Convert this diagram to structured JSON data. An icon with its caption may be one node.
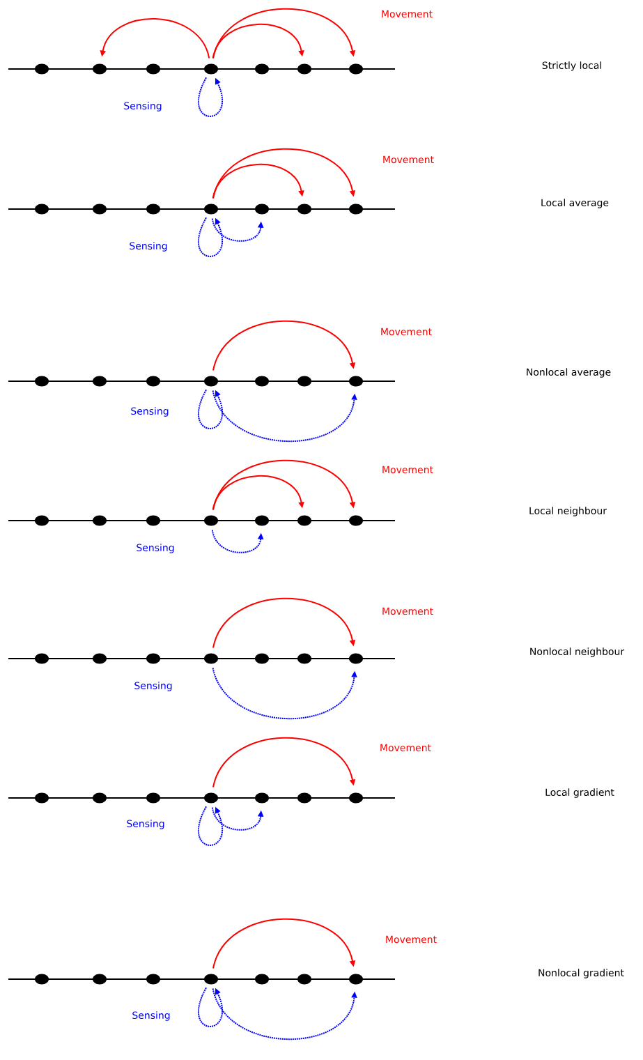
{
  "diagram": {
    "nodes": [
      {
        "text": [],
        "shape": "circle"
      },
      {
        "text": [],
        "shape": "circle"
      },
      {
        "text": [],
        "shape": "circle"
      },
      {
        "text": [],
        "shape": "circle"
      },
      {
        "text": [],
        "shape": "circle"
      },
      {
        "text": [],
        "shape": "circle"
      },
      {
        "text": [],
        "shape": "circle"
      },
      {
        "text": [],
        "shape": "circle"
      },
      {
        "text": [],
        "shape": "circle"
      },
      {
        "text": [],
        "shape": "circle"
      },
      {
        "text": [],
        "shape": "circle"
      },
      {
        "text": [],
        "shape": "circle"
      },
      {
        "text": [],
        "shape": "circle"
      },
      {
        "text": [],
        "shape": "circle"
      },
      {
        "text": [],
        "shape": "circle"
      },
      {
        "text": [],
        "shape": "circle"
      },
      {
        "text": [],
        "shape": "circle"
      },
      {
        "text": [],
        "shape": "circle"
      },
      {
        "text": [],
        "shape": "circle"
      },
      {
        "text": [],
        "shape": "circle"
      },
      {
        "text": [],
        "shape": "circle"
      },
      {
        "text": [],
        "shape": "circle"
      },
      {
        "text": [],
        "shape": "circle"
      },
      {
        "text": [],
        "shape": "circle"
      },
      {
        "text": [],
        "shape": "circle"
      },
      {
        "text": [],
        "shape": "circle"
      },
      {
        "text": [],
        "shape": "circle"
      },
      {
        "text": [],
        "shape": "circle"
      },
      {
        "text": [],
        "shape": "circle"
      },
      {
        "text": [],
        "shape": "circle"
      },
      {
        "text": [],
        "shape": "circle"
      },
      {
        "text": [],
        "shape": "circle"
      },
      {
        "text": [],
        "shape": "circle"
      },
      {
        "text": [],
        "shape": "circle"
      },
      {
        "text": [],
        "shape": "circle"
      },
      {
        "text": [],
        "shape": "circle"
      },
      {
        "text": [],
        "shape": "circle"
      },
      {
        "text": [],
        "shape": "circle"
      },
      {
        "text": [],
        "shape": "circle"
      },
      {
        "text": [],
        "shape": "circle"
      },
      {
        "text": [],
        "shape": "circle"
      },
      {
        "text": [],
        "shape": "circle"
      },
      {
        "text": [],
        "shape": "circle"
      },
      {
        "text": [],
        "shape": "circle"
      },
      {
        "text": [],
        "shape": "circle"
      },
      {
        "text": [],
        "shape": "circle"
      },
      {
        "text": [],
        "shape": "circle"
      },
      {
        "text": [],
        "shape": "circle"
      },
      {
        "text": [],
        "shape": "circle"
      }
    ],
    "edges": [
      {
        "from": 3,
        "to": 1,
        "arrow": "to",
        "color": "#ff0000"
      },
      {
        "from": 3,
        "to": 5,
        "arrow": "to",
        "color": "#ff0000"
      },
      {
        "from": 3,
        "to": 6,
        "arrow": "to",
        "color": "#ff0000"
      },
      {
        "from": 3,
        "to": 3,
        "arrow": "to",
        "style": "dashed",
        "color": "#0000ff"
      },
      {
        "from": 10,
        "to": 12,
        "arrow": "to",
        "color": "#ff0000"
      },
      {
        "from": 10,
        "to": 13,
        "arrow": "to",
        "color": "#ff0000"
      },
      {
        "from": 10,
        "to": 10,
        "arrow": "to",
        "style": "dashed",
        "color": "#0000ff"
      },
      {
        "from": 10,
        "to": 11,
        "arrow": "to",
        "style": "dashed",
        "color": "#0000ff"
      },
      {
        "from": 17,
        "to": 20,
        "arrow": "to",
        "color": "#ff0000"
      },
      {
        "from": 17,
        "to": 17,
        "arrow": "to",
        "style": "dashed",
        "color": "#0000ff"
      },
      {
        "from": 17,
        "to": 20,
        "arrow": "to",
        "style": "dashed",
        "color": "#0000ff"
      },
      {
        "from": 24,
        "to": 26,
        "arrow": "to",
        "color": "#ff0000"
      },
      {
        "from": 24,
        "to": 27,
        "arrow": "to",
        "color": "#ff0000"
      },
      {
        "from": 24,
        "to": 25,
        "arrow": "to",
        "style": "dashed",
        "color": "#0000ff"
      },
      {
        "from": 31,
        "to": 34,
        "arrow": "to",
        "color": "#ff0000"
      },
      {
        "from": 31,
        "to": 34,
        "arrow": "to",
        "style": "dashed",
        "color": "#0000ff"
      },
      {
        "from": 38,
        "to": 41,
        "arrow": "to",
        "color": "#ff0000"
      },
      {
        "from": 38,
        "to": 38,
        "arrow": "to",
        "style": "dashed",
        "color": "#0000ff"
      },
      {
        "from": 38,
        "to": 39,
        "arrow": "to",
        "style": "dashed",
        "color": "#0000ff"
      },
      {
        "from": 45,
        "to": 48,
        "arrow": "to",
        "color": "#ff0000"
      },
      {
        "from": 45,
        "to": 45,
        "arrow": "to",
        "style": "dashed",
        "color": "#0000ff"
      },
      {
        "from": 45,
        "to": 48,
        "arrow": "to",
        "style": "dashed",
        "color": "#0000ff"
      }
    ],
    "labels": [
      "Movement",
      "Strictly local",
      "Sensing",
      "Movement",
      "Local average",
      "Sensing",
      "Movement",
      "Nonlocal average",
      "Sensing",
      "Movement",
      "Local neighbour",
      "Sensing",
      "Movement",
      "Nonlocal neighbour",
      "Sensing",
      "Movement",
      "Local gradient",
      "Sensing",
      "Movement",
      "Nonlocal gradient",
      "Sensing"
    ]
  }
}
